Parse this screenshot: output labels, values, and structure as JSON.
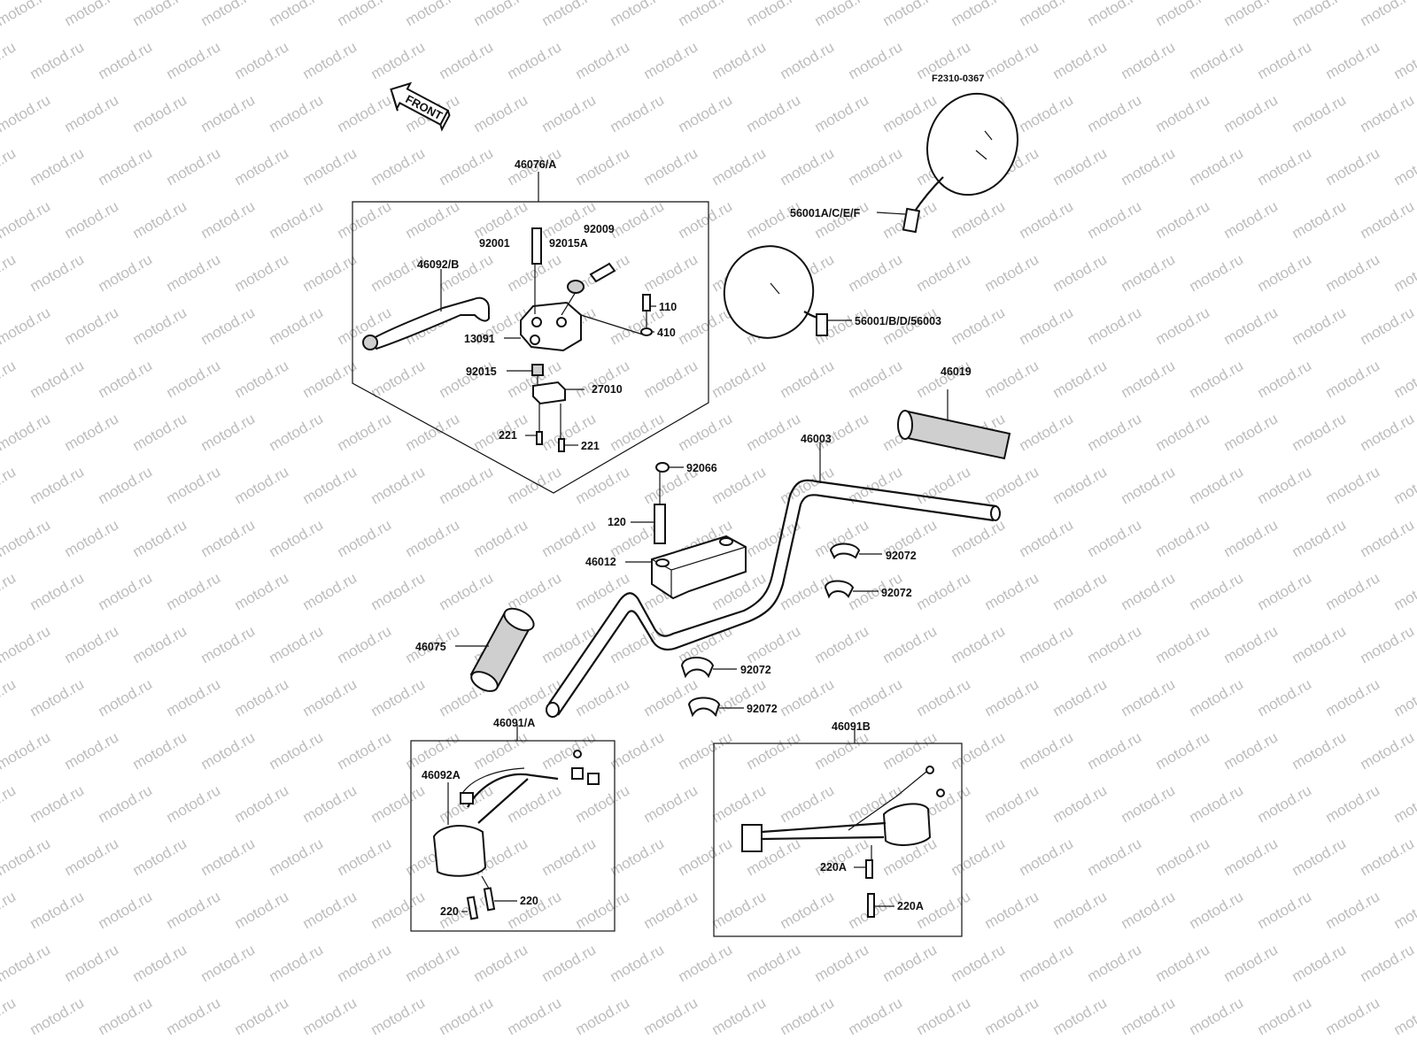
{
  "watermark": "motod.ru",
  "diagram_code": "F2310-0367",
  "front_label": "FRONT",
  "labels": {
    "l46076A": "46076/A",
    "l92009": "92009",
    "l92001": "92001",
    "l92015A": "92015A",
    "l46092B": "46092/B",
    "l110": "110",
    "l13091": "13091",
    "l410": "410",
    "l92015": "92015",
    "l27010": "27010",
    "l221a": "221",
    "l221b": "221",
    "l56001ACEF": "56001A/C/E/F",
    "l56001BD": "56001/B/D/56003",
    "l46019": "46019",
    "l46003": "46003",
    "l92066": "92066",
    "l120": "120",
    "l46012": "46012",
    "l92072a": "92072",
    "l92072b": "92072",
    "l46075": "46075",
    "l92072c": "92072",
    "l92072d": "92072",
    "l46091A": "46091/A",
    "l46092A": "46092A",
    "l220a": "220",
    "l220b": "220",
    "l46091B": "46091B",
    "l220Aa": "220A",
    "l220Ab": "220A"
  }
}
